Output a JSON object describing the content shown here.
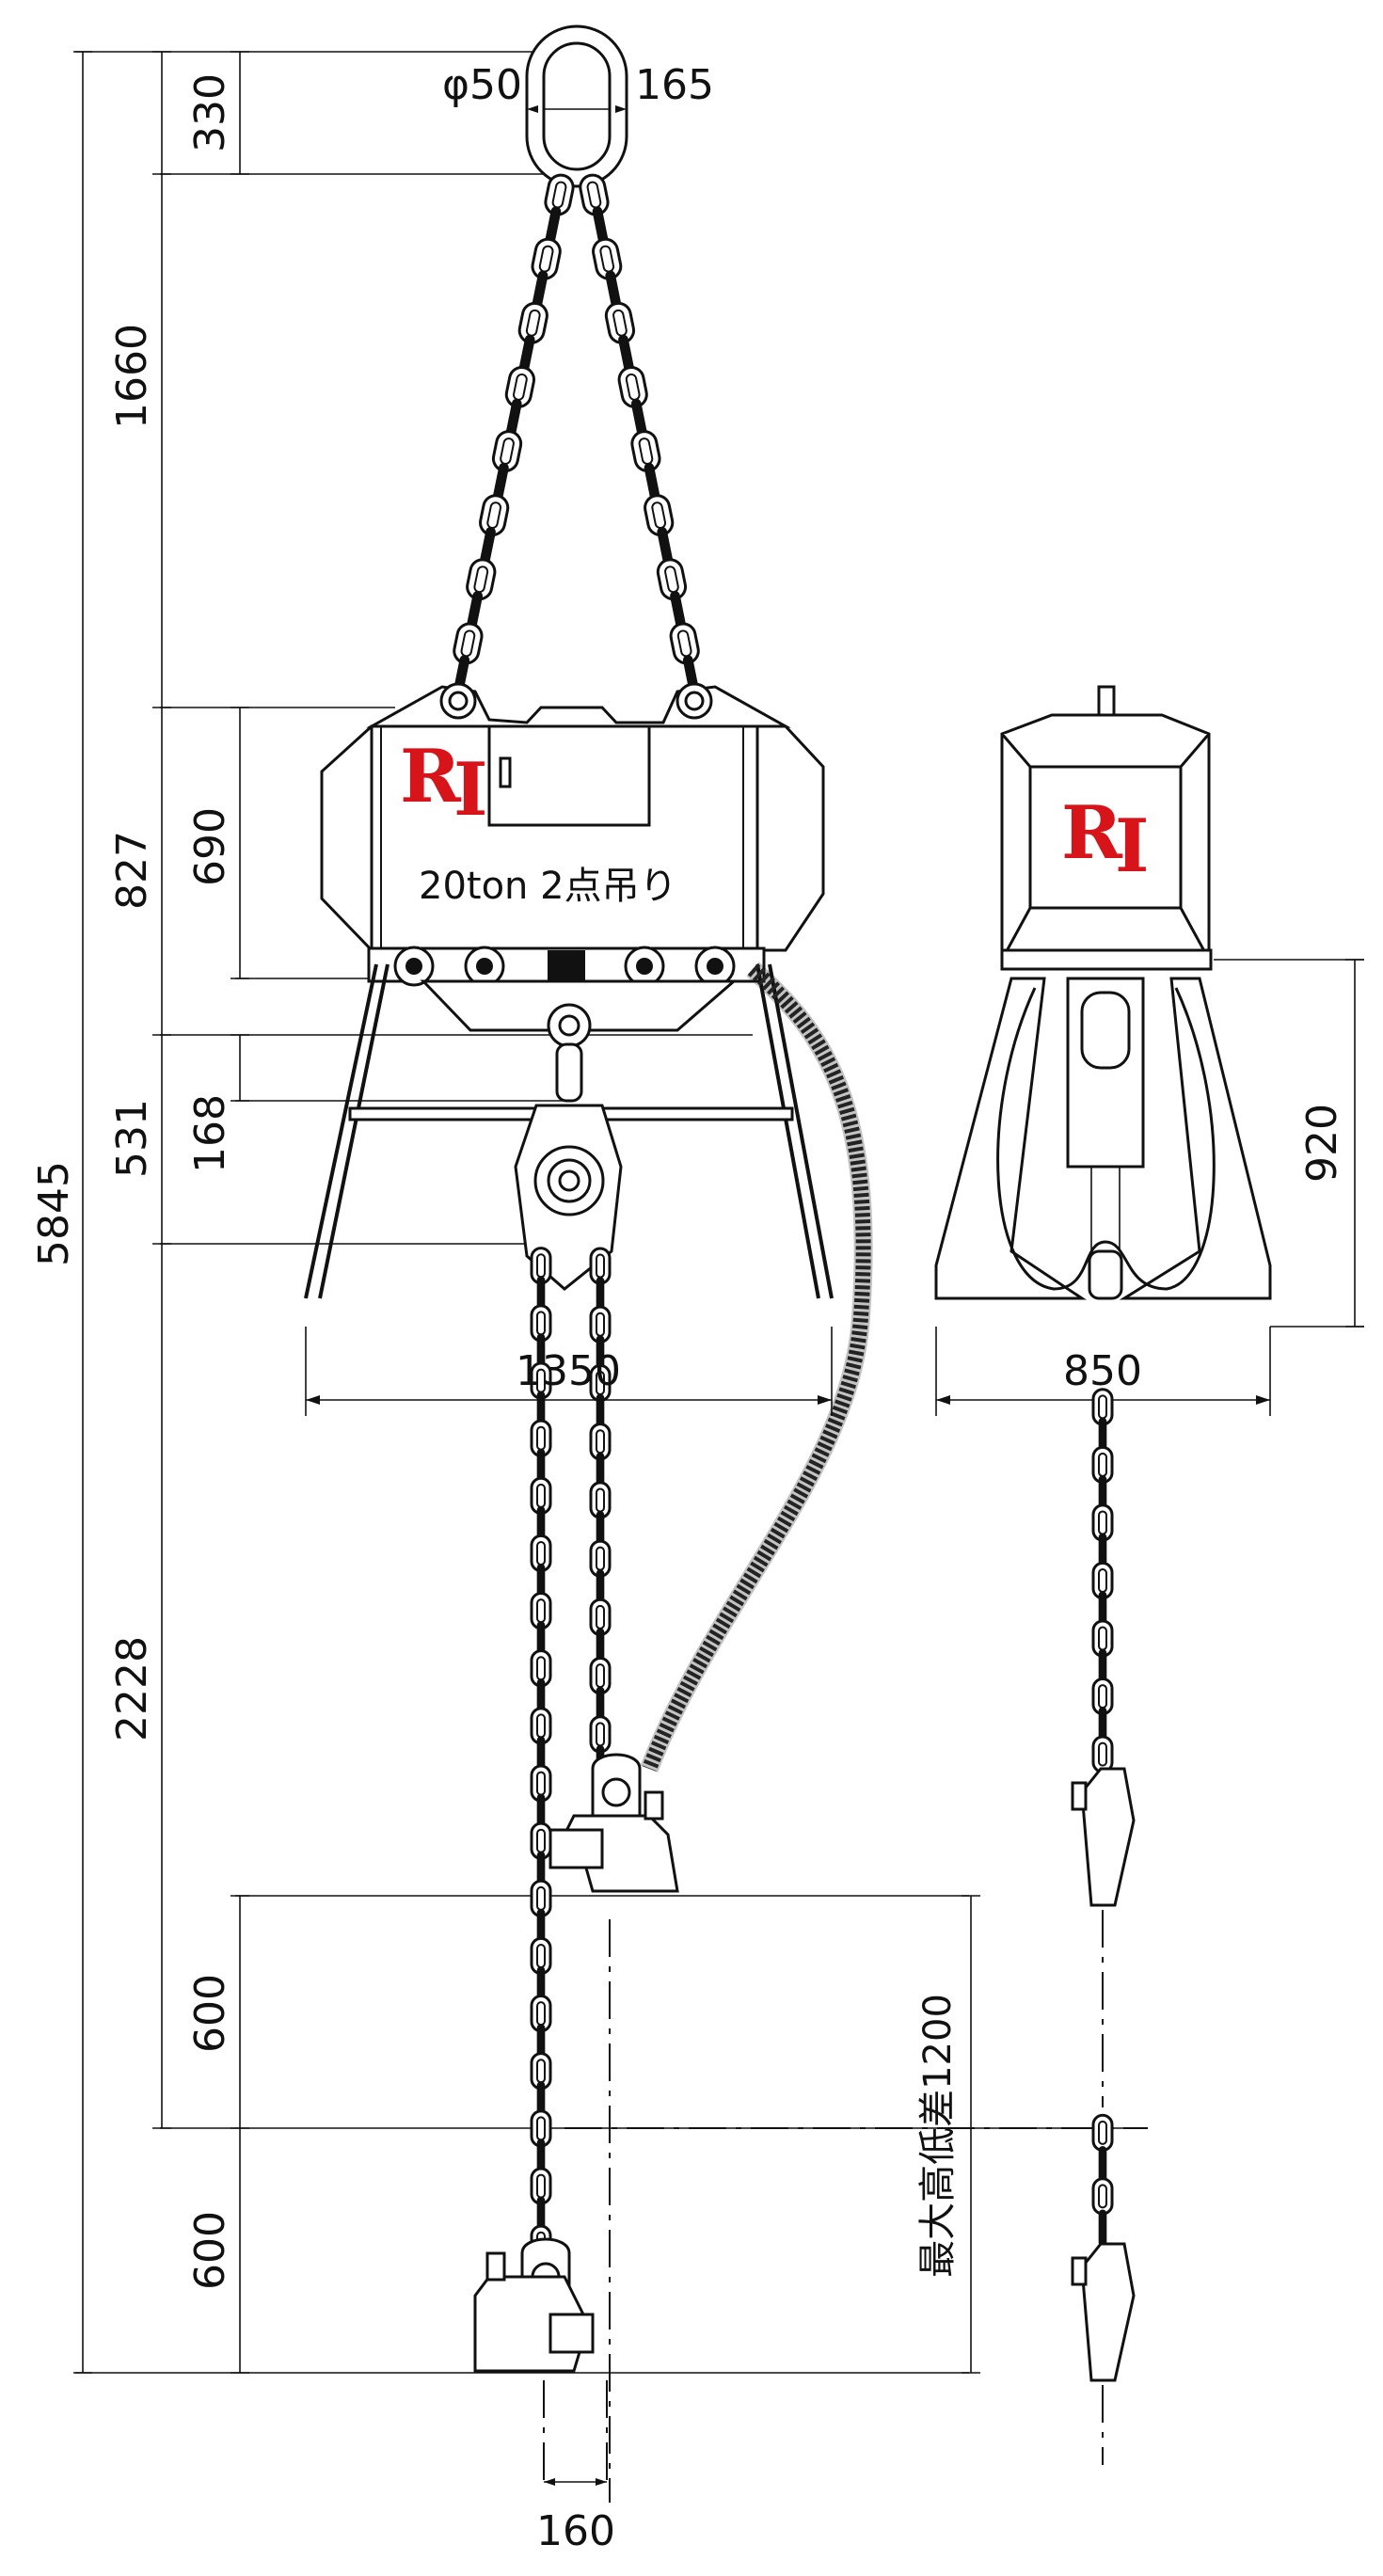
{
  "brand": {
    "logo_r": "R",
    "logo_i": "I",
    "logo_color": "#d7141a"
  },
  "front_view": {
    "capacity_label": "20ton 2点吊り"
  },
  "dimensions": {
    "top_pin_dia": "φ50",
    "top_ring": "165",
    "d330": "330",
    "d1660": "1660",
    "d827": "827",
    "d690": "690",
    "d531": "531",
    "d168": "168",
    "d5845": "5845",
    "d2228": "2228",
    "d600_upper": "600",
    "d600_lower": "600",
    "width_front": "1350",
    "width_side": "850",
    "side_height": "920",
    "hook_width": "160",
    "max_height_diff": "最大高低差1200"
  },
  "colors": {
    "line": "#111111",
    "cable": "#2a2a2a"
  }
}
